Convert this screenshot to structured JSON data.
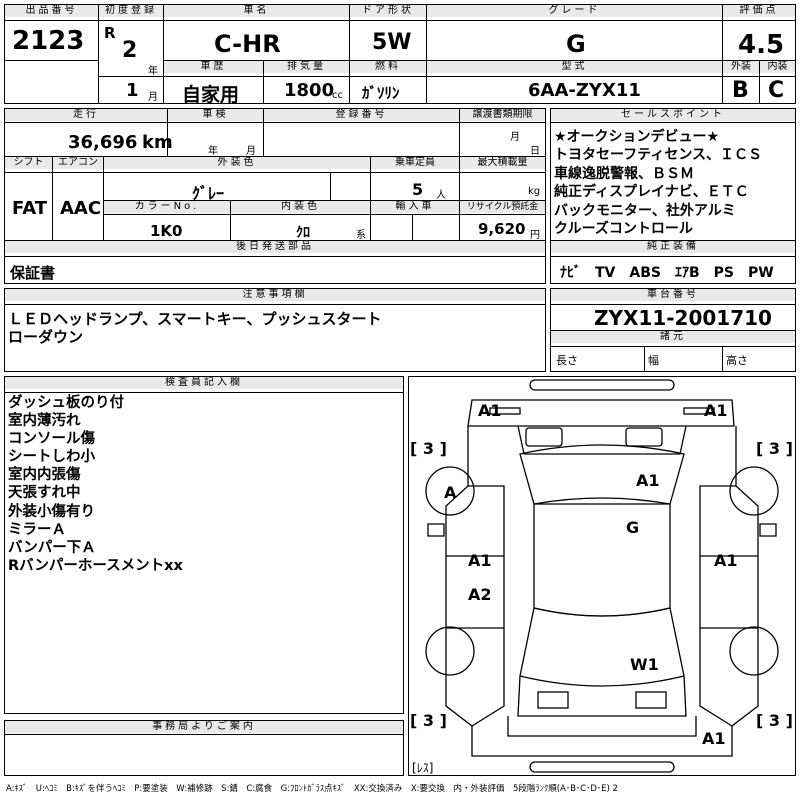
{
  "header": {
    "lot_label": "出品番号",
    "lot_no": "2123",
    "first_reg_label": "初度登録",
    "era": "R",
    "reg_year": "2",
    "year_unit": "年",
    "reg_month": "1",
    "month_unit": "月",
    "car_name_label": "車名",
    "car_name": "C-HR",
    "door_label": "ドア形状",
    "door": "5W",
    "grade_label": "グレード",
    "grade": "G",
    "score_label": "評価点",
    "score": "4.5",
    "history_label": "車歴",
    "history": "自家用",
    "displacement_label": "排気量",
    "displacement": "1800",
    "cc_unit": "cc",
    "fuel_label": "燃料",
    "fuel": "ｶﾞｿﾘﾝ",
    "model_label": "型式",
    "model": "6AA-ZYX11",
    "exterior_label": "外装",
    "exterior_grade": "B",
    "interior_label": "内装",
    "interior_grade": "C"
  },
  "row2": {
    "mileage_label": "走行",
    "mileage": "36,696",
    "km_unit": "km",
    "inspection_label": "車検",
    "year_unit": "年",
    "month_unit": "月",
    "reg_no_label": "登録番号",
    "transfer_label": "譲渡書類期限",
    "day_unit": "日",
    "shift_label": "シフト",
    "shift": "FAT",
    "ac_label": "エアコン",
    "ac": "AAC",
    "ext_color_label": "外装色",
    "ext_color": "ｸﾞﾚｰ",
    "capacity_label": "乗車定員",
    "capacity": "5",
    "person_unit": "人",
    "load_label": "最大積載量",
    "kg_unit": "kg",
    "color_no_label": "カラーNo.",
    "color_no": "1K0",
    "int_color_label": "内装色",
    "int_color": "ｸﾛ",
    "int_unit": "系",
    "import_label": "輸入車",
    "recycle_label": "リサイクル預託金",
    "recycle": "9,620",
    "yen_unit": "円",
    "later_label": "後日発送部品",
    "later_item": "保証書"
  },
  "sales": {
    "label": "セールスポイント",
    "points": [
      "★オークションデビュー★",
      "トヨタセーフティセンス、ＩＣＳ",
      "車線逸脱警報、ＢＳＭ",
      "純正ディスプレイナビ、ＥＴＣ",
      "バックモニター、社外アルミ",
      "クルーズコントロール"
    ],
    "equip_label": "純正装備",
    "equipment": "ﾅﾋﾞ　TV　ABS　ｴｱB　PS　PW"
  },
  "notes": {
    "label": "注意事項欄",
    "lines": [
      "ＬＥＤヘッドランプ、スマートキー、プッシュスタート",
      "ローダウン"
    ]
  },
  "chassis": {
    "label": "車台番号",
    "number": "ZYX11-2001710",
    "spec_label": "諸元",
    "length_label": "長さ",
    "width_label": "幅",
    "height_label": "高さ"
  },
  "inspector": {
    "label": "検査員記入欄",
    "lines": [
      "ダッシュ板のり付",
      "室内薄汚れ",
      "コンソール傷",
      "シートしわ小",
      "室内内張傷",
      "天張すれ中",
      "外装小傷有り",
      "ミラーＡ",
      "バンパー下Ａ",
      "Rバンパーホースメントxx"
    ]
  },
  "office": {
    "label": "事務局よりご案内"
  },
  "diagram": {
    "front_left": "A1",
    "front_right": "A1",
    "tire_fl": "3",
    "tire_fr": "3",
    "tire_rl": "3",
    "tire_rr": "3",
    "wheel_fl": "A",
    "windshield": "A1",
    "roof": "G",
    "left_front_door": "A1",
    "right_front_door": "A1",
    "left_rear_door": "A2",
    "rear_glass": "W1",
    "rear_bumper": "A1",
    "spare": "ﾚｽ"
  },
  "legend": "A:ｷｽﾞ　U:ﾍｺﾐ　B:ｷｽﾞを伴うﾍｺﾐ　P:要塗装　W:補修跡　S:錆　C:腐食　G:ﾌﾛﾝﾄｶﾞﾗｽ点ｷｽﾞ　XX:交換済み　X:要交換　内・外装評価　5段階ﾗﾝｸ順(A･B･C･D･E) 2"
}
